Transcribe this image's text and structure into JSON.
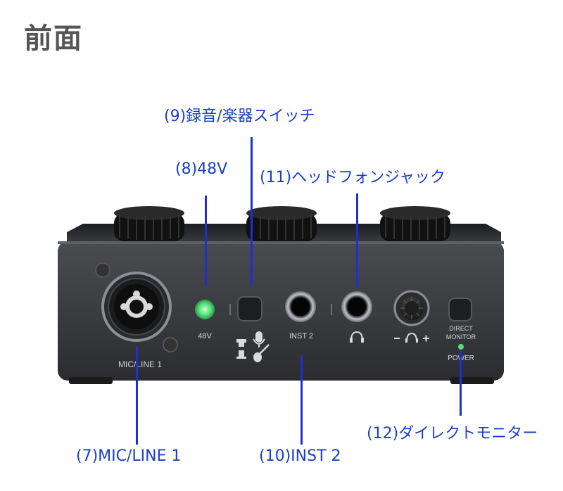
{
  "title": "前面",
  "colors": {
    "callout": "#1a3ec8",
    "leader": "#1f2fd6",
    "led": "#55e07a"
  },
  "device_labels": {
    "mic_line": "MIC/LINE 1",
    "v48": "48V",
    "inst2": "INST 2",
    "direct": "DIRECT",
    "monitor": "MONITOR",
    "power": "POWER"
  },
  "callouts": {
    "c7": "(7)MIC/LINE 1",
    "c8": "(8)48V",
    "c9": "(9)録音/楽器スイッチ",
    "c10": "(10)INST 2",
    "c11": "(11)ヘッドフォンジャック",
    "c12": "(12)ダイレクトモニター"
  },
  "icons": [
    "microphone-icon",
    "guitar-icon",
    "headphone-icon",
    "tripod-icon"
  ]
}
